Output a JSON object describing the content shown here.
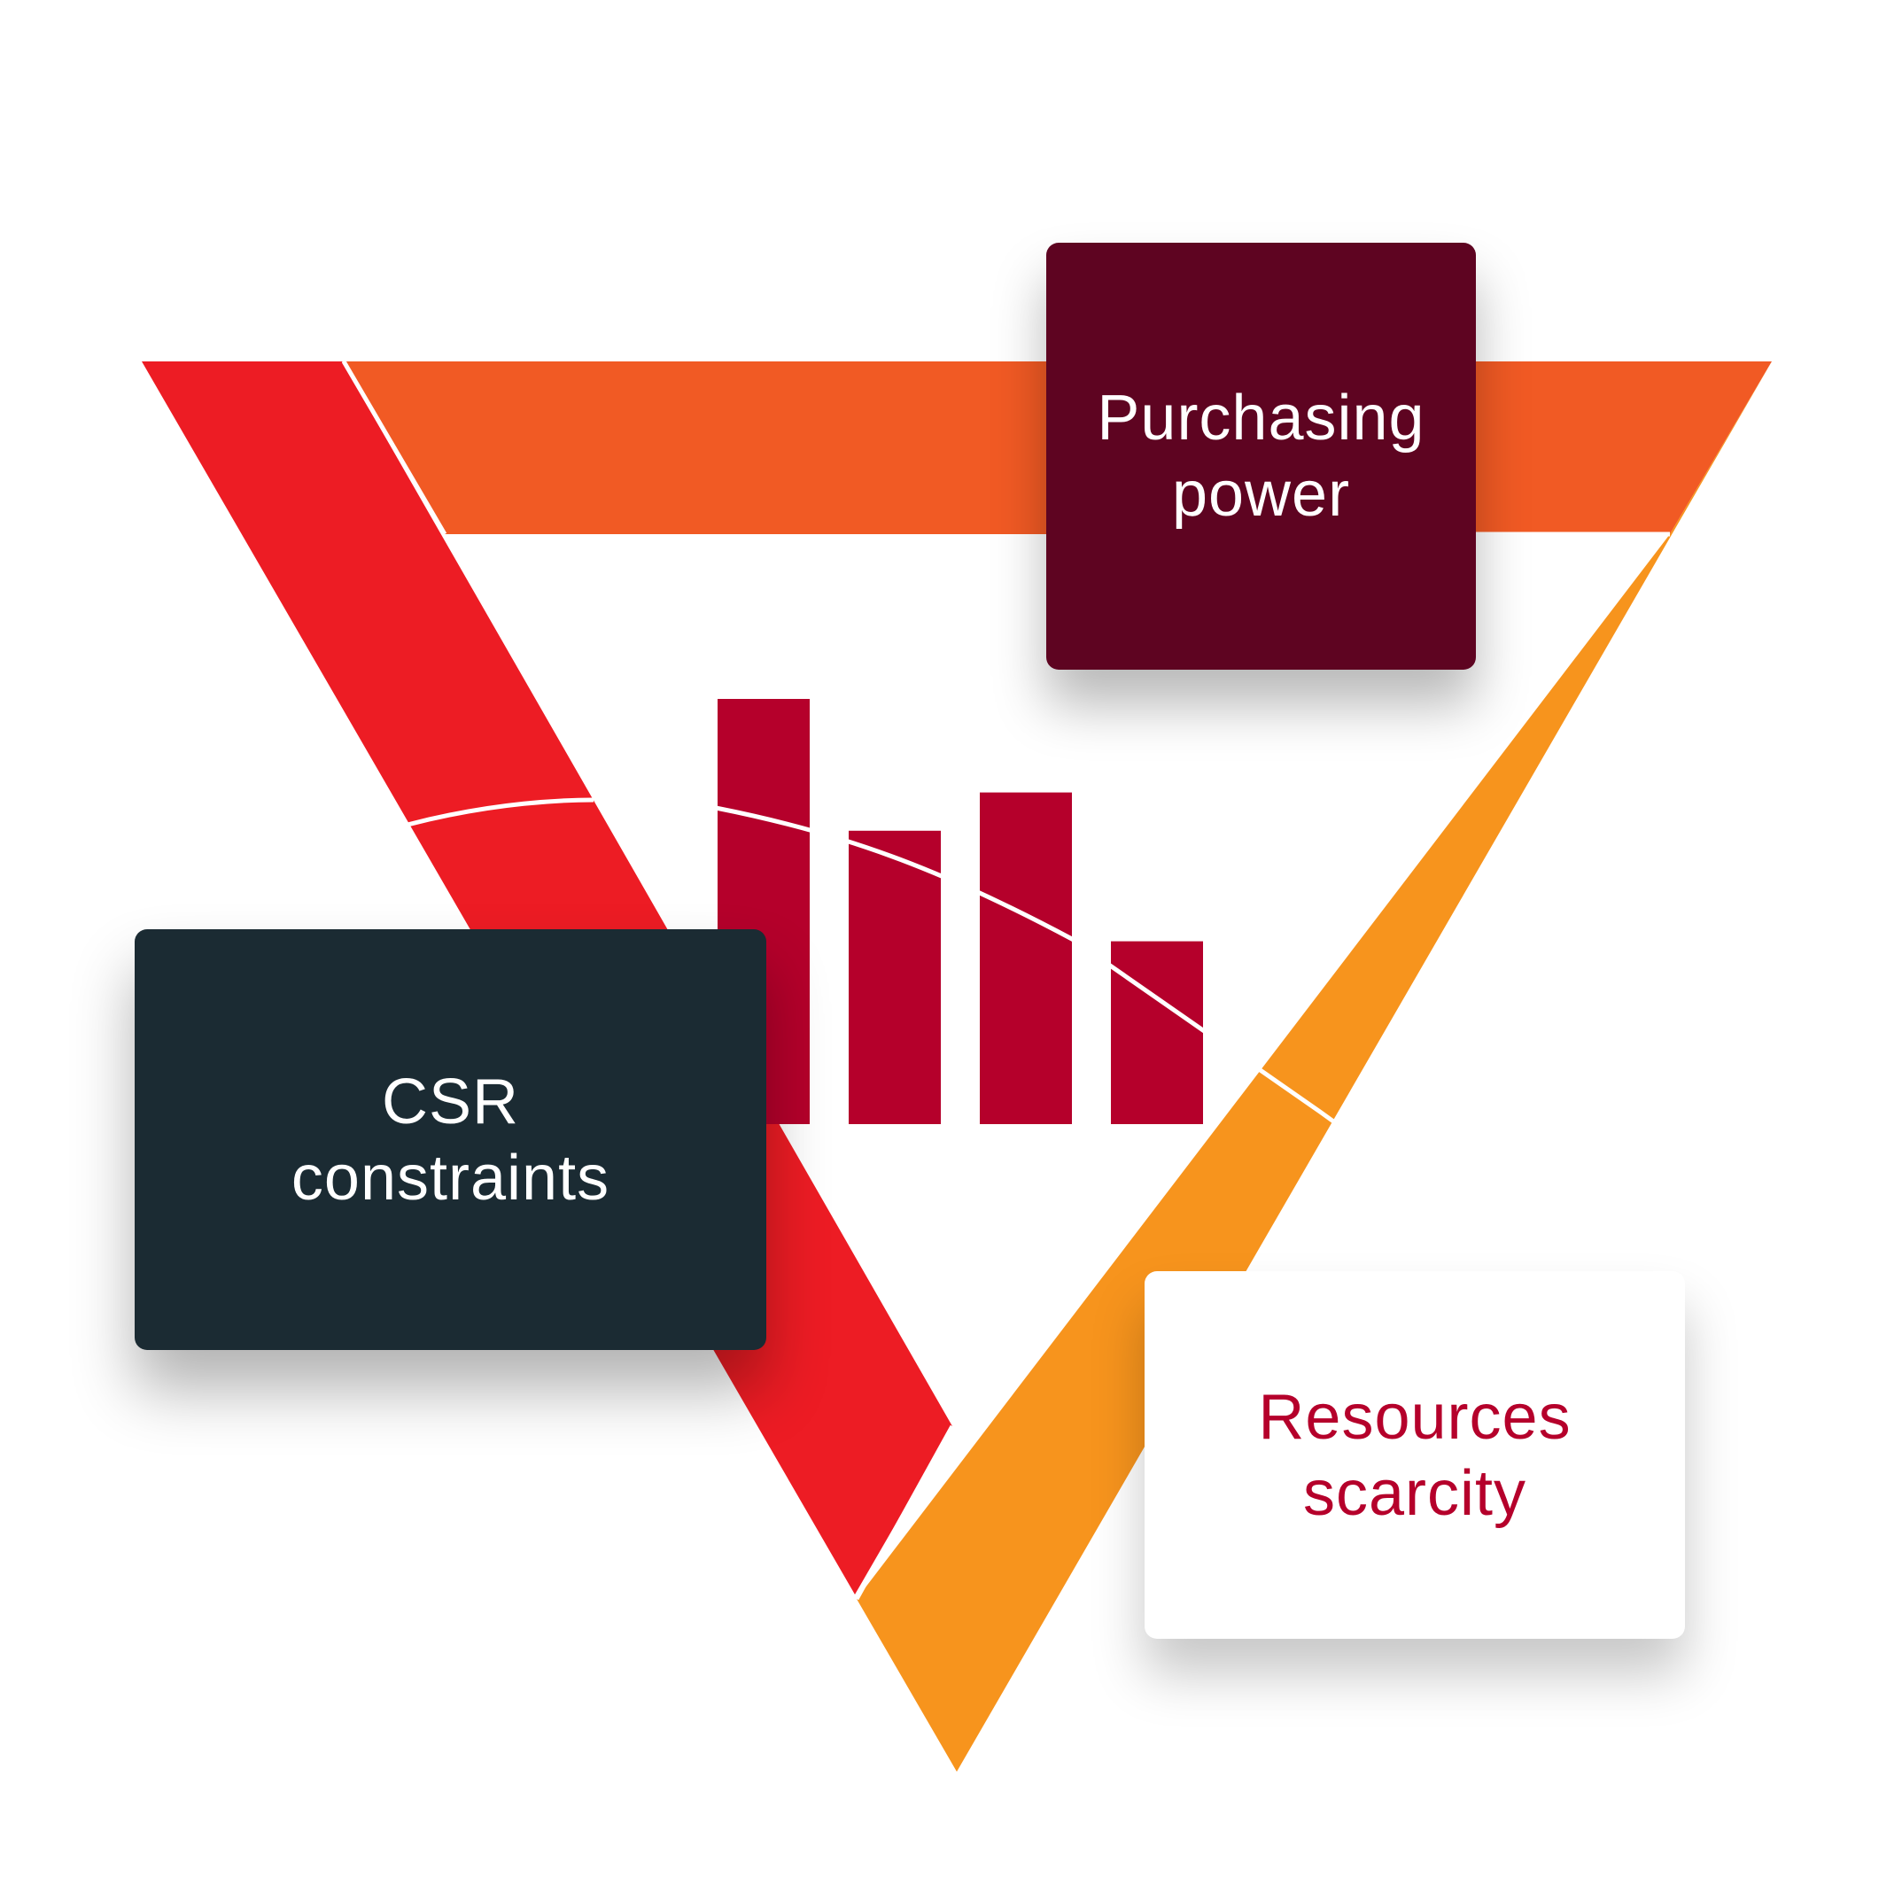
{
  "colors": {
    "left_band": "#ed1c24",
    "top_band": "#f15a24",
    "right_band": "#f7941d",
    "bars": "#b5002b",
    "curve": "#ffffff",
    "purchasing_bg": "#5e0421",
    "purchasing_text": "#ffffff",
    "csr_bg": "#1b2b33",
    "csr_text": "#ffffff",
    "resources_bg": "#ffffff",
    "resources_text": "#b5002b"
  },
  "cards": {
    "purchasing": {
      "line1": "Purchasing",
      "line2": "power",
      "icon": "none"
    },
    "csr": {
      "line1": "CSR",
      "line2": "constraints"
    },
    "resources": {
      "line1": "Resources",
      "line2": "scarcity"
    }
  },
  "bar_icon": {
    "name": "bar-chart-icon",
    "relative_heights": [
      1.0,
      0.69,
      0.78,
      0.43
    ]
  }
}
